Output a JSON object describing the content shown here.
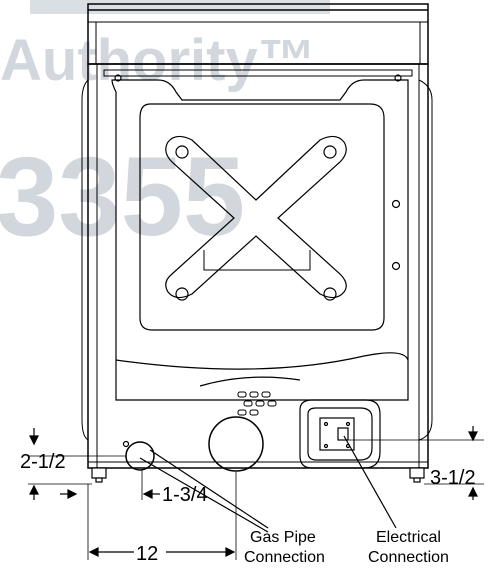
{
  "watermark": {
    "line1": "Authority™",
    "line2": "3355",
    "color": "#aeb7c4"
  },
  "dimensions": {
    "left_height": "2-1/2",
    "right_height": "3-1/2",
    "gas_offset": "1-3/4",
    "bottom_width": "12"
  },
  "labels": {
    "gas_line1": "Gas Pipe",
    "gas_line2": "Connection",
    "elec_line1": "Electrical",
    "elec_line2": "Connection"
  },
  "colors": {
    "line": "#000000",
    "background": "#ffffff"
  }
}
